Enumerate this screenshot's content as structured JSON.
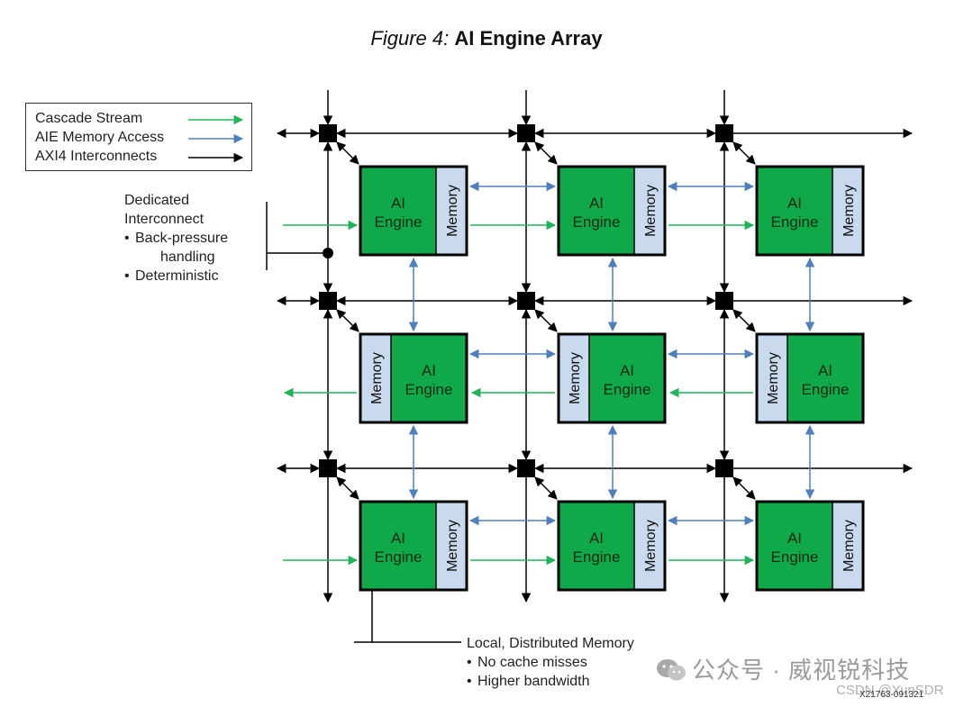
{
  "title": {
    "figure_label": "Figure 4:",
    "name": "AI Engine Array"
  },
  "legend": [
    {
      "label": "Cascade Stream",
      "color": "#1fb35a"
    },
    {
      "label": "AIE Memory Access",
      "color": "#4f7fbd"
    },
    {
      "label": "AXI4 Interconnects",
      "color": "#000000"
    }
  ],
  "annotations": {
    "interconnect": {
      "heading": [
        "Dedicated",
        "Interconnect"
      ],
      "bullets": [
        "Back-pressure",
        "handling",
        "Deterministic"
      ]
    },
    "memory": {
      "heading": "Local, Distributed Memory",
      "bullets": [
        "No cache misses",
        "Higher bandwidth"
      ]
    }
  },
  "tile": {
    "engine_line1": "AI",
    "engine_line2": "Engine",
    "memory_label": "Memory"
  },
  "array": {
    "rows": 3,
    "cols": 3,
    "row_memory_side": [
      "right",
      "left",
      "right"
    ]
  },
  "colors": {
    "engine": "#10a94a",
    "memory": "#c9d9ee",
    "cascade": "#1fb35a",
    "memory_access": "#4f7fbd",
    "axi": "#000000"
  },
  "watermark": {
    "text": "公众号 · 威视锐科技",
    "csdn": "CSDN @YunSDR"
  },
  "figure_id": "X21763-091321"
}
